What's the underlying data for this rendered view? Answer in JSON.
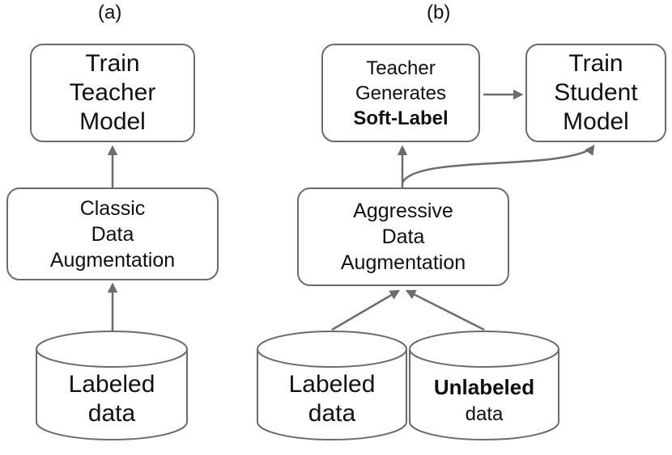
{
  "panel_a": {
    "label": "(a)",
    "train_box": [
      "Train",
      "Teacher",
      "Model"
    ],
    "aug_box": [
      "Classic",
      "Data",
      "Augmentation"
    ],
    "data_cylinder": [
      "Labeled",
      "data"
    ]
  },
  "panel_b": {
    "label": "(b)",
    "teacher_box": [
      "Teacher",
      "Generates",
      "Soft-Label"
    ],
    "student_box": [
      "Train",
      "Student",
      "Model"
    ],
    "aug_box": [
      "Aggressive",
      "Data",
      "Augmentation"
    ],
    "labeled_cylinder": [
      "Labeled",
      "data"
    ],
    "unlabeled_cylinder": [
      "Unlabeled",
      "data"
    ]
  },
  "colors": {
    "stroke": "#6b6b6b",
    "text": "#111111"
  }
}
